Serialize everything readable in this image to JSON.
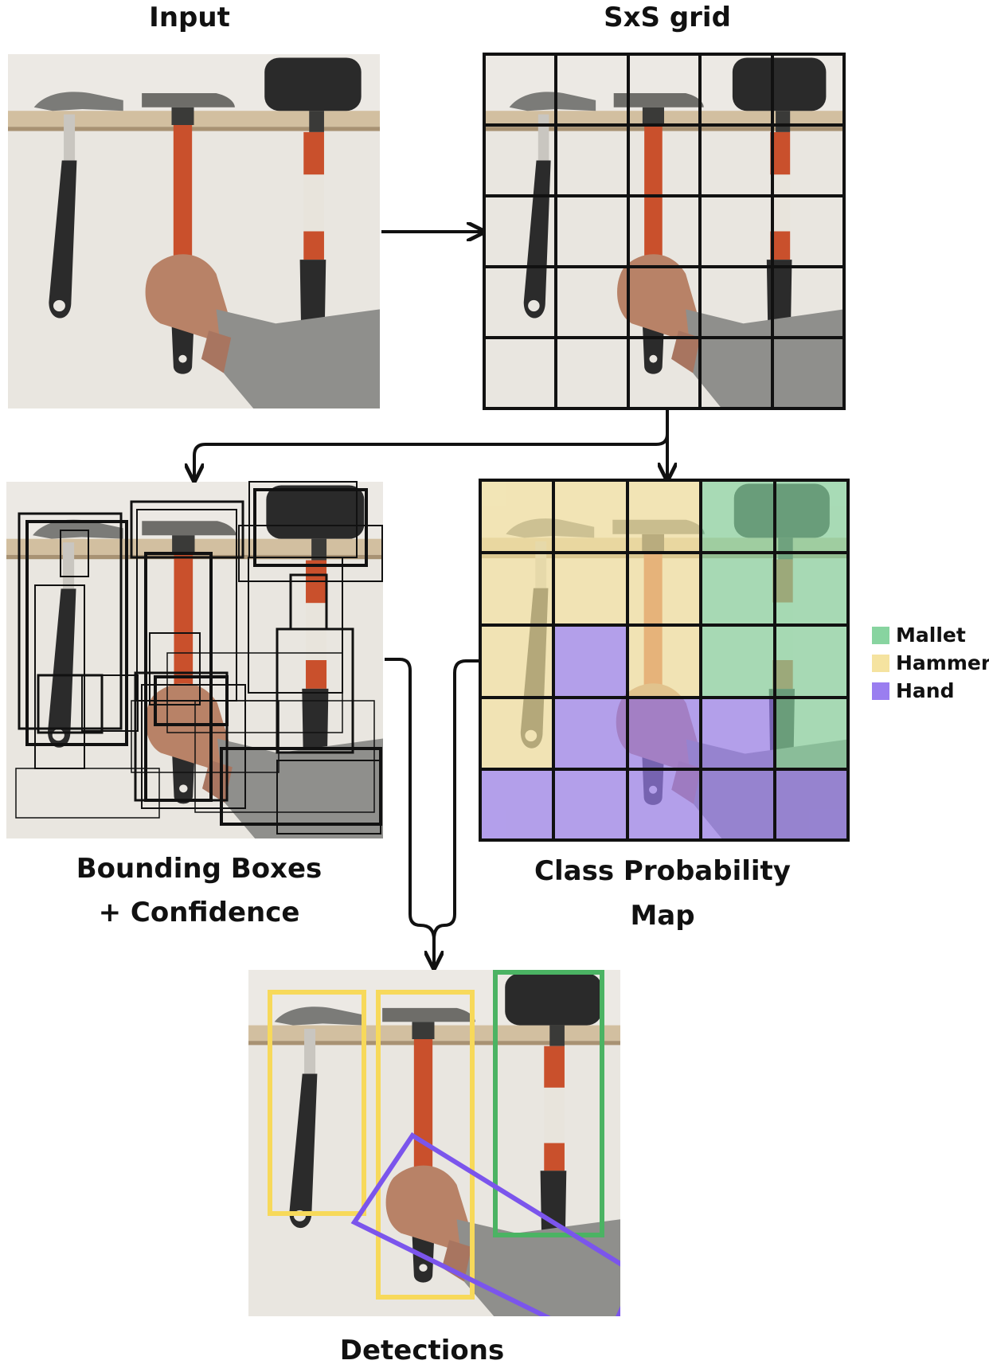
{
  "panels": {
    "input": {
      "title": "Input"
    },
    "grid": {
      "title": "SxS grid"
    },
    "boxes": {
      "title_line1": "Bounding Boxes",
      "title_line2": "+ Confidence"
    },
    "class_map": {
      "title_line1": "Class Probability",
      "title_line2": "Map"
    },
    "detections": {
      "title": "Detections"
    }
  },
  "legend": [
    {
      "label": "Mallet",
      "color": "#88d4a0"
    },
    {
      "label": "Hammer",
      "color": "#f5e3a0"
    },
    {
      "label": "Hand",
      "color": "#9a7ef0"
    }
  ],
  "colors": {
    "hammer_box": "#f7d95a",
    "mallet_box": "#4bb363",
    "hand_box": "#7b55ec"
  }
}
